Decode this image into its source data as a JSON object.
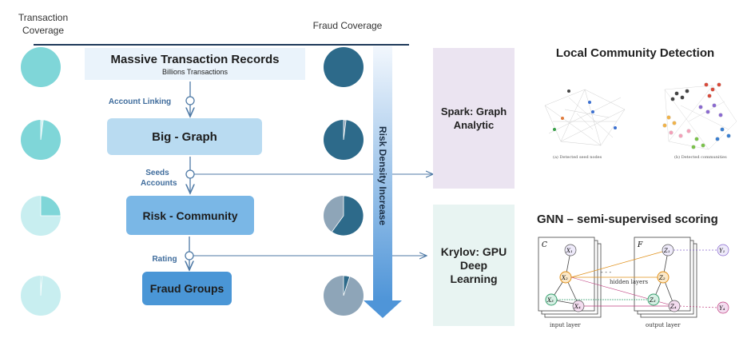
{
  "headers": {
    "transaction_coverage": "Transaction Coverage",
    "fraud_coverage": "Fraud Coverage"
  },
  "pipeline": {
    "records_title": "Massive Transaction Records",
    "records_subtitle": "Billions Transactions",
    "big_graph": "Big - Graph",
    "risk_community": "Risk - Community",
    "fraud_groups": "Fraud Groups"
  },
  "steps": {
    "account_linking": "Account Linking",
    "seeds_accounts": "Seeds Accounts",
    "rating": "Rating"
  },
  "risk_arrow_label": "Risk Density Increase",
  "spark_box": "Spark: Graph Analytic",
  "krylov_box": "Krylov: GPU Deep Learning",
  "community": {
    "title": "Local Community Detection",
    "caption_a": "(a) Detected seed nodes",
    "caption_b": "(b) Detected communities"
  },
  "gnn": {
    "title": "GNN –  semi-supervised scoring",
    "panel_left": "C",
    "panel_right": "F",
    "hidden_label": "hidden layers",
    "input_label": "input layer",
    "output_label": "output layer"
  },
  "pies": {
    "transaction_coverage": [
      1.0,
      0.02,
      0.25,
      0.01
    ],
    "fraud_coverage": [
      1.0,
      0.02,
      0.6,
      0.05
    ]
  },
  "colors": {
    "teal_pie": "#7fd6d8",
    "teal_pie_light": "#c8eef0",
    "fraud_pie": "#2d6a8a",
    "fraud_pie_light": "#8ea5b8",
    "box_light": "#b9dbf1",
    "box_mid": "#7ab7e6",
    "box_dark": "#4a96d6",
    "arrow_blue": "#4f95d8",
    "spark_bg": "#ebe4f1",
    "krylov_bg": "#e8f4f2"
  }
}
